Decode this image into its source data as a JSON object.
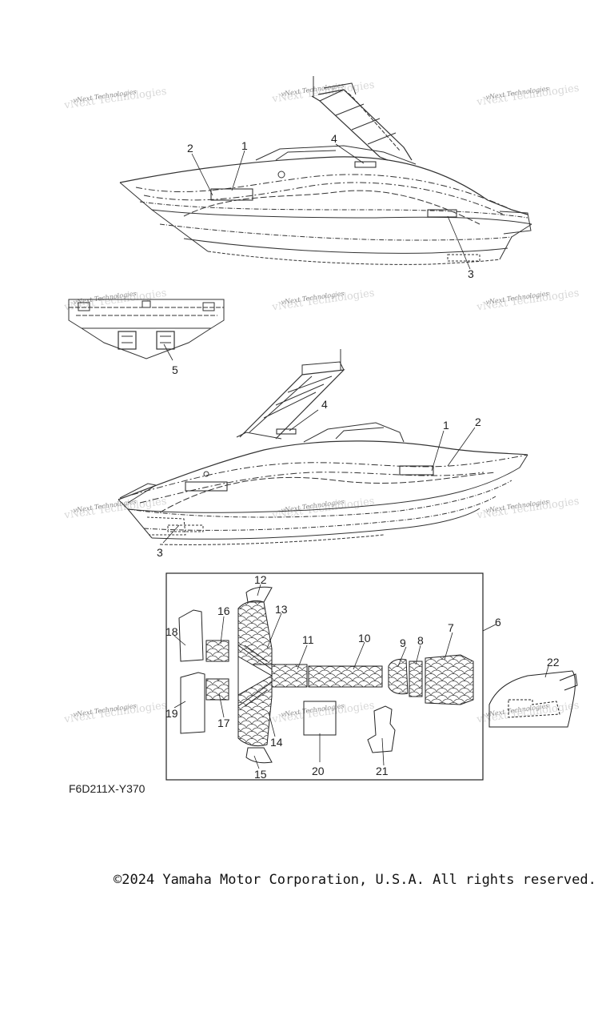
{
  "diagram": {
    "figure_code": "F6D211X-Y370",
    "copyright": "©2024 Yamaha Motor Corporation, U.S.A. All rights reserved.",
    "watermark": "vNext Technologies",
    "callouts": [
      "1",
      "2",
      "3",
      "4",
      "5",
      "6",
      "7",
      "8",
      "9",
      "10",
      "11",
      "12",
      "13",
      "14",
      "15",
      "16",
      "17",
      "18",
      "19",
      "20",
      "21",
      "22"
    ]
  }
}
